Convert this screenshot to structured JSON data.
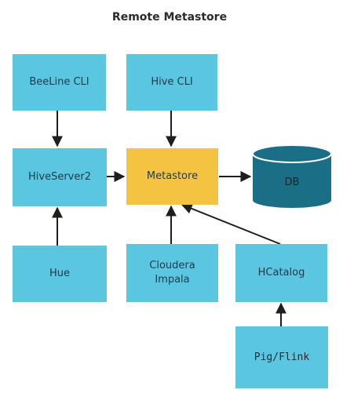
{
  "title": "Remote Metastore",
  "nodes": {
    "beeline_cli": "BeeLine CLI",
    "hive_cli": "Hive CLI",
    "hiveserver2": "HiveServer2",
    "metastore": "Metastore",
    "db": "DB",
    "hue": "Hue",
    "cloudera_impala": "Cloudera\nImpala",
    "hcatalog": "HCatalog",
    "pig_flink": "Pig/Flink"
  },
  "colors": {
    "node": "#5bc6df",
    "metastore": "#f5c342",
    "db": "#1a6f87",
    "edge": "#1e1e1e"
  },
  "edges": [
    {
      "from": "BeeLine CLI",
      "to": "HiveServer2"
    },
    {
      "from": "Hive CLI",
      "to": "Metastore"
    },
    {
      "from": "HiveServer2",
      "to": "Metastore"
    },
    {
      "from": "Metastore",
      "to": "DB"
    },
    {
      "from": "Hue",
      "to": "HiveServer2"
    },
    {
      "from": "Cloudera Impala",
      "to": "Metastore"
    },
    {
      "from": "HCatalog",
      "to": "Metastore"
    },
    {
      "from": "Pig/Flink",
      "to": "HCatalog"
    }
  ]
}
